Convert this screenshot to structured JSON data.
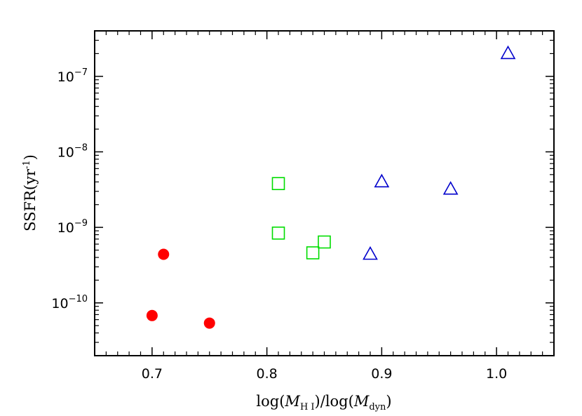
{
  "chart_data": {
    "type": "scatter",
    "xlabel": "log(M_H I)/log(M_dyn)",
    "xlabel_parts": {
      "pre": "log(",
      "m1": "M",
      "sub1": "H I",
      "mid": ")/log(",
      "m2": "M",
      "sub2": "dyn",
      "post": ")"
    },
    "ylabel": "SSFR(yr⁻¹)",
    "ylabel_parts": {
      "base": "SSFR(yr",
      "exp": "-1",
      "close": ")"
    },
    "xlim": [
      0.65,
      1.05
    ],
    "ylim": [
      2e-11,
      4e-07
    ],
    "yscale": "log",
    "grid": false,
    "x_ticks": [
      {
        "value": 0.7,
        "label": "0.7"
      },
      {
        "value": 0.8,
        "label": "0.8"
      },
      {
        "value": 0.9,
        "label": "0.9"
      },
      {
        "value": 1.0,
        "label": "1.0"
      }
    ],
    "y_ticks": [
      {
        "exp": -10,
        "label": "10",
        "sup": "−10"
      },
      {
        "exp": -9,
        "label": "10",
        "sup": "−9"
      },
      {
        "exp": -8,
        "label": "10",
        "sup": "−8"
      },
      {
        "exp": -7,
        "label": "10",
        "sup": "−7"
      }
    ],
    "series": [
      {
        "marker": "filled-circle",
        "color": "#ff0000",
        "points": [
          {
            "x": 0.7,
            "y": 6.8e-11
          },
          {
            "x": 0.71,
            "y": 4.4e-10
          },
          {
            "x": 0.75,
            "y": 5.4e-11
          }
        ]
      },
      {
        "marker": "open-square",
        "color": "#00dd00",
        "points": [
          {
            "x": 0.81,
            "y": 3.8e-09
          },
          {
            "x": 0.81,
            "y": 8.4e-10
          },
          {
            "x": 0.84,
            "y": 4.6e-10
          },
          {
            "x": 0.85,
            "y": 6.4e-10
          }
        ]
      },
      {
        "marker": "open-triangle",
        "color": "#0000cc",
        "points": [
          {
            "x": 0.89,
            "y": 4.4e-10
          },
          {
            "x": 0.9,
            "y": 4e-09
          },
          {
            "x": 0.96,
            "y": 3.2e-09
          },
          {
            "x": 1.01,
            "y": 2e-07
          }
        ]
      }
    ]
  }
}
